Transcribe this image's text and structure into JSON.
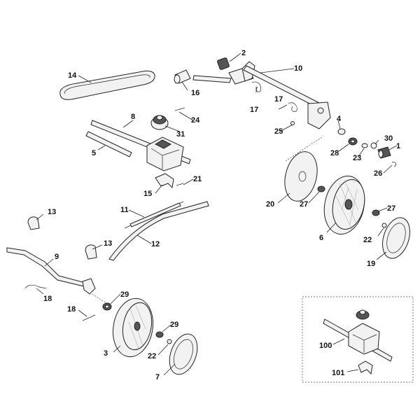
{
  "labels": {
    "l1": "1",
    "l2": "2",
    "l3": "3",
    "l4": "4",
    "l5": "5",
    "l6": "6",
    "l7": "7",
    "l8": "8",
    "l9": "9",
    "l10": "10",
    "l11": "11",
    "l12": "12",
    "l13a": "13",
    "l13b": "13",
    "l14": "14",
    "l15": "15",
    "l16": "16",
    "l17a": "17",
    "l17b": "17",
    "l18a": "18",
    "l18b": "18",
    "l19": "19",
    "l20": "20",
    "l21": "21",
    "l22a": "22",
    "l22b": "22",
    "l23": "23",
    "l24": "24",
    "l25": "25",
    "l26": "26",
    "l27a": "27",
    "l27b": "27",
    "l28": "28",
    "l29a": "29",
    "l29b": "29",
    "l30": "30",
    "l31": "31",
    "l100": "100",
    "l101": "101"
  }
}
